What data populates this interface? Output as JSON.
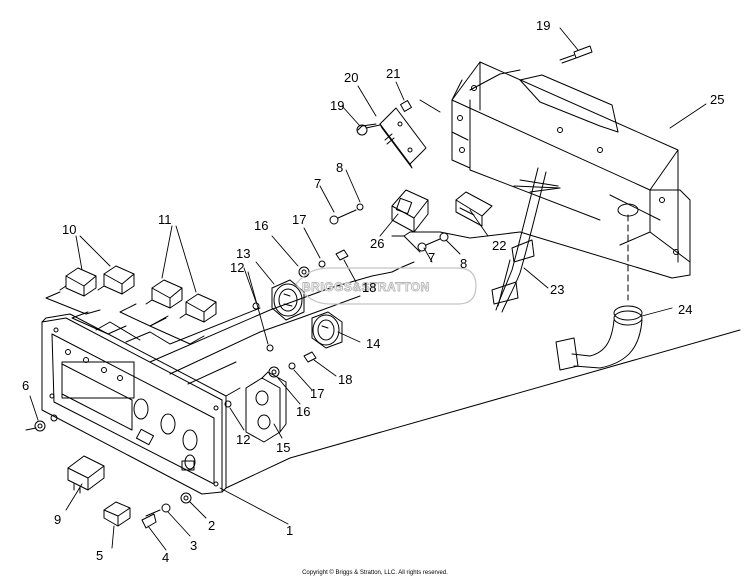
{
  "diagram": {
    "title": "",
    "watermark": "BRIGGS&STRATTON",
    "copyright": "Copyright © Briggs & Stratton, LLC. All rights reserved.",
    "parts": [
      {
        "id": "part-1",
        "label": "1"
      },
      {
        "id": "part-2",
        "label": "2"
      },
      {
        "id": "part-3",
        "label": "3"
      },
      {
        "id": "part-4",
        "label": "4"
      },
      {
        "id": "part-5",
        "label": "5"
      },
      {
        "id": "part-6",
        "label": "6"
      },
      {
        "id": "part-7a",
        "label": "7"
      },
      {
        "id": "part-7b",
        "label": "7"
      },
      {
        "id": "part-8a",
        "label": "8"
      },
      {
        "id": "part-8b",
        "label": "8"
      },
      {
        "id": "part-9",
        "label": "9"
      },
      {
        "id": "part-10",
        "label": "10"
      },
      {
        "id": "part-11",
        "label": "11"
      },
      {
        "id": "part-12a",
        "label": "12"
      },
      {
        "id": "part-12b",
        "label": "12"
      },
      {
        "id": "part-13",
        "label": "13"
      },
      {
        "id": "part-14",
        "label": "14"
      },
      {
        "id": "part-15",
        "label": "15"
      },
      {
        "id": "part-16a",
        "label": "16"
      },
      {
        "id": "part-16b",
        "label": "16"
      },
      {
        "id": "part-17a",
        "label": "17"
      },
      {
        "id": "part-17b",
        "label": "17"
      },
      {
        "id": "part-18a",
        "label": "18"
      },
      {
        "id": "part-18b",
        "label": "18"
      },
      {
        "id": "part-19a",
        "label": "19"
      },
      {
        "id": "part-19b",
        "label": "19"
      },
      {
        "id": "part-20",
        "label": "20"
      },
      {
        "id": "part-21",
        "label": "21"
      },
      {
        "id": "part-22",
        "label": "22"
      },
      {
        "id": "part-23",
        "label": "23"
      },
      {
        "id": "part-24",
        "label": "24"
      },
      {
        "id": "part-25",
        "label": "25"
      },
      {
        "id": "part-26",
        "label": "26"
      }
    ]
  }
}
